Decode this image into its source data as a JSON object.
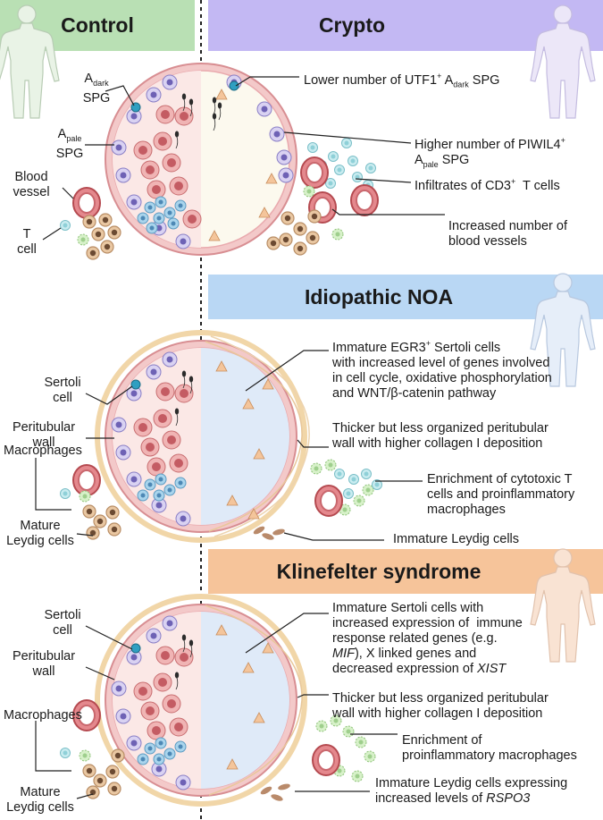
{
  "headers": {
    "control": "Control",
    "crypto": "Crypto",
    "idiopathic": "Idiopathic NOA",
    "klinefelter": "Klinefelter syndrome"
  },
  "colors": {
    "control_bg": "#b9e0b4",
    "crypto_bg": "#c3b8f3",
    "idiopathic_bg": "#b9d7f4",
    "klinefelter_bg": "#f6c49a",
    "tubule_wall": "#eaa3a6",
    "lumen": "#fbf7e6",
    "lumen_blue": "#e3eefa"
  },
  "control_labels": {
    "adark_main": "A",
    "adark_sub": "dark",
    "adark_spg": "SPG",
    "apale_main": "A",
    "apale_sub": "pale",
    "apale_spg": "SPG",
    "blood_vessel_1": "Blood",
    "blood_vessel_2": "vessel",
    "tcell_1": "T",
    "tcell_2": "cell",
    "sertoli_1": "Sertoli",
    "sertoli_2": "cell",
    "peritubular_1": "Peritubular",
    "peritubular_2": "wall",
    "macrophages": "Macrophages",
    "mature_1": "Mature",
    "mature_2": "Leydig cells"
  },
  "crypto_annotations": {
    "utf1_pre": "Lower number of UTF1",
    "utf1_sup": "+",
    "utf1_a": " A",
    "utf1_sub": "dark",
    "utf1_post": " SPG",
    "piwil_line1_pre": "Higher number of PIWIL4",
    "piwil_sup": "+",
    "piwil_a": "A",
    "piwil_sub": "pale",
    "piwil_post": " SPG",
    "cd3_pre": "Infiltrates of CD3",
    "cd3_sup": "+",
    "cd3_post": "  T cells",
    "vessels_1": "Increased number of",
    "vessels_2": "blood vessels"
  },
  "noa_annotations": {
    "sertoli_1_pre": "Immature EGR3",
    "sertoli_1_sup": "+",
    "sertoli_1_post": " Sertoli cells",
    "sertoli_2": "with increased level of genes involved",
    "sertoli_3": "in cell cycle, oxidative phosphorylation",
    "sertoli_4": "and WNT/β-catenin pathway",
    "wall_1": "Thicker but less organized peritubular",
    "wall_2": "wall with higher collagen I deposition",
    "immune_1": "Enrichment of cytotoxic T",
    "immune_2": "cells and proinflammatory",
    "immune_3": "macrophages",
    "leydig": "Immature Leydig cells"
  },
  "ks_annotations": {
    "sertoli_1": "Immature Sertoli cells with",
    "sertoli_2": "increased expression of  immune",
    "sertoli_3": "response related genes (e.g.",
    "sertoli_4_it": "MIF",
    "sertoli_4_post": "), X linked genes and",
    "sertoli_5_pre": "decreased expression of ",
    "sertoli_5_it": "XIST",
    "wall_1": "Thicker but less organized peritubular",
    "wall_2": "wall with higher collagen I deposition",
    "immune_1": "Enrichment of",
    "immune_2": "proinflammatory macrophages",
    "leydig_1": "Immature Leydig cells expressing",
    "leydig_2_pre": "increased levels of ",
    "leydig_2_it": "RSPO3"
  }
}
